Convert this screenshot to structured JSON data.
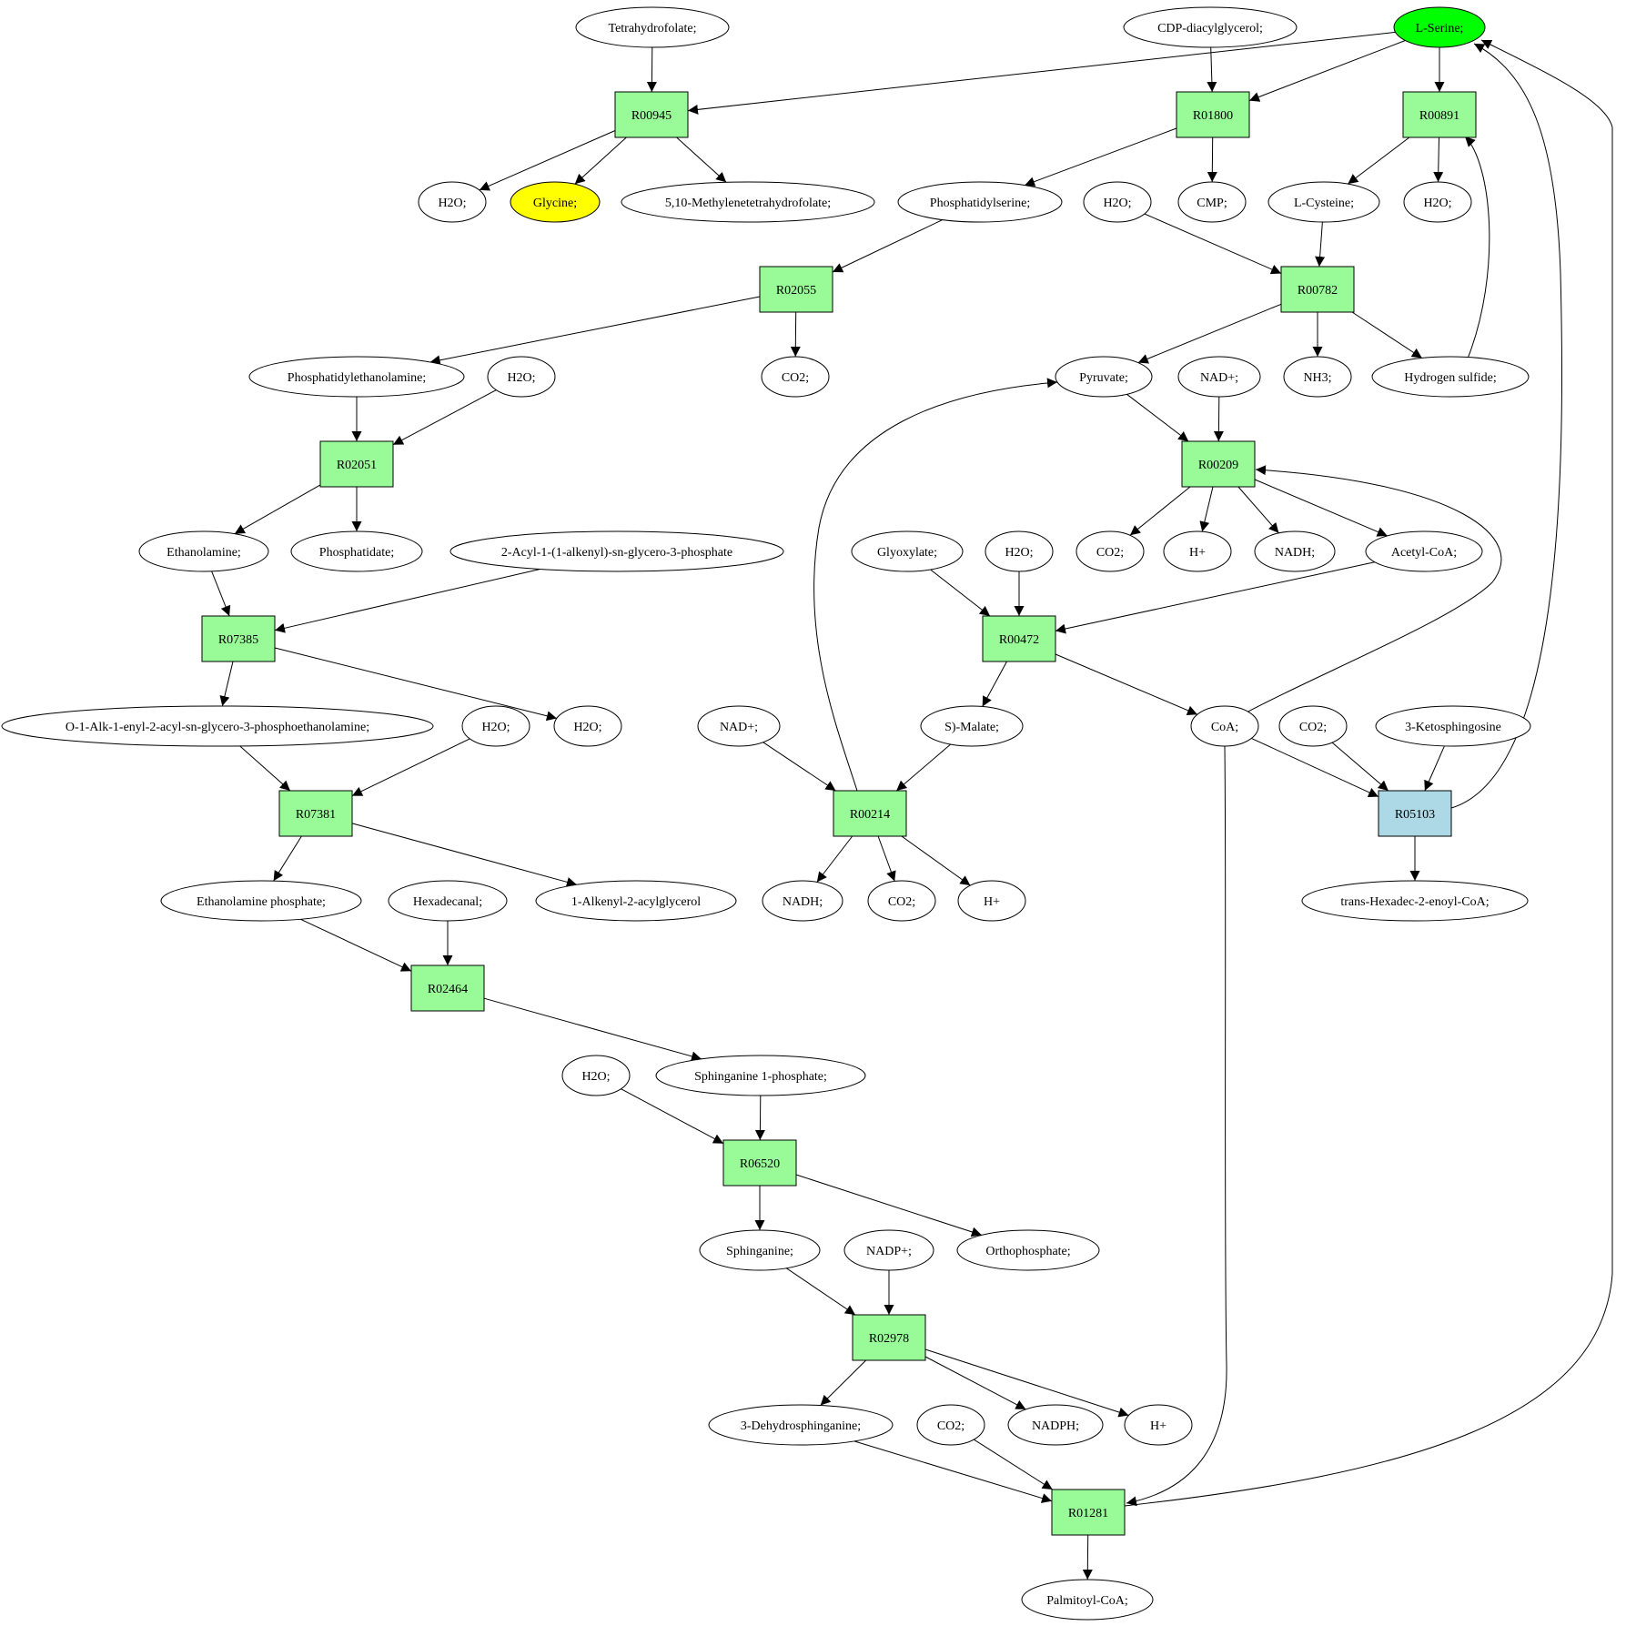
{
  "colors": {
    "reaction_fill": "#98fb98",
    "highlight_reaction_fill": "#add8e6",
    "compound_fill": "#ffffff",
    "start_fill": "#00ff00",
    "target_fill": "#ffff00",
    "stroke": "#000000"
  },
  "nodes": {
    "thf": {
      "label": "Tetrahydrofolate;",
      "kind": "compound"
    },
    "cdpdag": {
      "label": "CDP-diacylglycerol;",
      "kind": "compound"
    },
    "lserine": {
      "label": "L-Serine;",
      "kind": "start"
    },
    "r00945": {
      "label": "R00945",
      "kind": "reaction"
    },
    "r01800": {
      "label": "R01800",
      "kind": "reaction"
    },
    "r00891": {
      "label": "R00891",
      "kind": "reaction"
    },
    "h2o_a": {
      "label": "H2O;",
      "kind": "compound"
    },
    "glycine": {
      "label": "Glycine;",
      "kind": "target"
    },
    "methylenethf": {
      "label": "5,10-Methylenetetrahydrofolate;",
      "kind": "compound"
    },
    "ps": {
      "label": "Phosphatidylserine;",
      "kind": "compound"
    },
    "h2o_b": {
      "label": "H2O;",
      "kind": "compound"
    },
    "cmp": {
      "label": "CMP;",
      "kind": "compound"
    },
    "lcys": {
      "label": "L-Cysteine;",
      "kind": "compound"
    },
    "h2o_c": {
      "label": "H2O;",
      "kind": "compound"
    },
    "r02055": {
      "label": "R02055",
      "kind": "reaction"
    },
    "r00782": {
      "label": "R00782",
      "kind": "reaction"
    },
    "pe": {
      "label": "Phosphatidylethanolamine;",
      "kind": "compound"
    },
    "h2o_d": {
      "label": "H2O;",
      "kind": "compound"
    },
    "co2_a": {
      "label": "CO2;",
      "kind": "compound"
    },
    "pyruvate": {
      "label": "Pyruvate;",
      "kind": "compound"
    },
    "nadp_a": {
      "label": "NAD+;",
      "kind": "compound"
    },
    "nh3": {
      "label": "NH3;",
      "kind": "compound"
    },
    "h2s": {
      "label": "Hydrogen sulfide;",
      "kind": "compound"
    },
    "r02051": {
      "label": "R02051",
      "kind": "reaction"
    },
    "r00209": {
      "label": "R00209",
      "kind": "reaction"
    },
    "ethanolamine": {
      "label": "Ethanolamine;",
      "kind": "compound"
    },
    "phosphatidate": {
      "label": "Phosphatidate;",
      "kind": "compound"
    },
    "acylalkenyl": {
      "label": "2-Acyl-1-(1-alkenyl)-sn-glycero-3-phosphate",
      "kind": "compound"
    },
    "glyoxylate": {
      "label": "Glyoxylate;",
      "kind": "compound"
    },
    "h2o_e": {
      "label": "H2O;",
      "kind": "compound"
    },
    "co2_b": {
      "label": "CO2;",
      "kind": "compound"
    },
    "hplus_a": {
      "label": "H+",
      "kind": "compound"
    },
    "nadh_a": {
      "label": "NADH;",
      "kind": "compound"
    },
    "acetylcoa": {
      "label": "Acetyl-CoA;",
      "kind": "compound"
    },
    "r07385": {
      "label": "R07385",
      "kind": "reaction"
    },
    "r00472": {
      "label": "R00472",
      "kind": "reaction"
    },
    "alkenylpe": {
      "label": "O-1-Alk-1-enyl-2-acyl-sn-glycero-3-phosphoethanolamine;",
      "kind": "compound"
    },
    "h2o_f": {
      "label": "H2O;",
      "kind": "compound"
    },
    "h2o_g": {
      "label": "H2O;",
      "kind": "compound"
    },
    "nadp_b": {
      "label": "NAD+;",
      "kind": "compound"
    },
    "smalate": {
      "label": "S)-Malate;",
      "kind": "compound"
    },
    "coa": {
      "label": "CoA;",
      "kind": "compound"
    },
    "co2_c": {
      "label": "CO2;",
      "kind": "compound"
    },
    "ketosphingosine": {
      "label": "3-Ketosphingosine",
      "kind": "compound"
    },
    "r07381": {
      "label": "R07381",
      "kind": "reaction"
    },
    "r00214": {
      "label": "R00214",
      "kind": "reaction"
    },
    "r05103": {
      "label": "R05103",
      "kind": "highlight"
    },
    "etnp": {
      "label": "Ethanolamine phosphate;",
      "kind": "compound"
    },
    "hexadecanal": {
      "label": "Hexadecanal;",
      "kind": "compound"
    },
    "alkenylacylglycerol": {
      "label": "1-Alkenyl-2-acylglycerol",
      "kind": "compound"
    },
    "nadh_b": {
      "label": "NADH;",
      "kind": "compound"
    },
    "co2_d": {
      "label": "CO2;",
      "kind": "compound"
    },
    "hplus_b": {
      "label": "H+",
      "kind": "compound"
    },
    "hexadecenoylcoa": {
      "label": "trans-Hexadec-2-enoyl-CoA;",
      "kind": "compound"
    },
    "r02464": {
      "label": "R02464",
      "kind": "reaction"
    },
    "h2o_h": {
      "label": "H2O;",
      "kind": "compound"
    },
    "s1p": {
      "label": "Sphinganine 1-phosphate;",
      "kind": "compound"
    },
    "r06520": {
      "label": "R06520",
      "kind": "reaction"
    },
    "sphinganine": {
      "label": "Sphinganine;",
      "kind": "compound"
    },
    "nadpplus": {
      "label": "NADP+;",
      "kind": "compound"
    },
    "orthophosphate": {
      "label": "Orthophosphate;",
      "kind": "compound"
    },
    "r02978": {
      "label": "R02978",
      "kind": "reaction"
    },
    "dehydrosphinganine": {
      "label": "3-Dehydrosphinganine;",
      "kind": "compound"
    },
    "co2_e": {
      "label": "CO2;",
      "kind": "compound"
    },
    "nadph": {
      "label": "NADPH;",
      "kind": "compound"
    },
    "hplus_c": {
      "label": "H+",
      "kind": "compound"
    },
    "r01281": {
      "label": "R01281",
      "kind": "reaction"
    },
    "palmitoylcoa": {
      "label": "Palmitoyl-CoA;",
      "kind": "compound"
    }
  },
  "edges": [
    [
      "thf",
      "r00945"
    ],
    [
      "lserine",
      "r00945"
    ],
    [
      "lserine",
      "r01800"
    ],
    [
      "lserine",
      "r00891"
    ],
    [
      "cdpdag",
      "r01800"
    ],
    [
      "r00945",
      "h2o_a"
    ],
    [
      "r00945",
      "glycine"
    ],
    [
      "r00945",
      "methylenethf"
    ],
    [
      "r01800",
      "ps"
    ],
    [
      "r01800",
      "cmp"
    ],
    [
      "r00891",
      "lcys"
    ],
    [
      "r00891",
      "h2o_c"
    ],
    [
      "ps",
      "r02055"
    ],
    [
      "h2o_b",
      "r00782"
    ],
    [
      "lcys",
      "r00782"
    ],
    [
      "r02055",
      "pe"
    ],
    [
      "r02055",
      "co2_a"
    ],
    [
      "r00782",
      "pyruvate"
    ],
    [
      "r00782",
      "nh3"
    ],
    [
      "r00782",
      "h2s"
    ],
    [
      "h2s",
      "r00891"
    ],
    [
      "pe",
      "r02051"
    ],
    [
      "h2o_d",
      "r02051"
    ],
    [
      "pyruvate",
      "r00209"
    ],
    [
      "nadp_a",
      "r00209"
    ],
    [
      "r02051",
      "ethanolamine"
    ],
    [
      "r02051",
      "phosphatidate"
    ],
    [
      "r00209",
      "co2_b"
    ],
    [
      "r00209",
      "hplus_a"
    ],
    [
      "r00209",
      "nadh_a"
    ],
    [
      "r00209",
      "acetylcoa"
    ],
    [
      "ethanolamine",
      "r07385"
    ],
    [
      "acylalkenyl",
      "r07385"
    ],
    [
      "glyoxylate",
      "r00472"
    ],
    [
      "h2o_e",
      "r00472"
    ],
    [
      "acetylcoa",
      "r00472"
    ],
    [
      "r07385",
      "alkenylpe"
    ],
    [
      "r07385",
      "h2o_g"
    ],
    [
      "r00472",
      "smalate"
    ],
    [
      "r00472",
      "coa"
    ],
    [
      "coa",
      "r00209"
    ],
    [
      "alkenylpe",
      "r07381"
    ],
    [
      "h2o_f",
      "r07381"
    ],
    [
      "nadp_b",
      "r00214"
    ],
    [
      "smalate",
      "r00214"
    ],
    [
      "r00214",
      "pyruvate"
    ],
    [
      "coa",
      "r05103"
    ],
    [
      "co2_c",
      "r05103"
    ],
    [
      "ketosphingosine",
      "r05103"
    ],
    [
      "r05103",
      "lserine"
    ],
    [
      "r07381",
      "etnp"
    ],
    [
      "r07381",
      "alkenylacylglycerol"
    ],
    [
      "r00214",
      "nadh_b"
    ],
    [
      "r00214",
      "co2_d"
    ],
    [
      "r00214",
      "hplus_b"
    ],
    [
      "r05103",
      "hexadecenoylcoa"
    ],
    [
      "etnp",
      "r02464"
    ],
    [
      "hexadecanal",
      "r02464"
    ],
    [
      "r02464",
      "s1p"
    ],
    [
      "h2o_h",
      "r06520"
    ],
    [
      "s1p",
      "r06520"
    ],
    [
      "r06520",
      "sphinganine"
    ],
    [
      "r06520",
      "orthophosphate"
    ],
    [
      "sphinganine",
      "r02978"
    ],
    [
      "nadpplus",
      "r02978"
    ],
    [
      "r02978",
      "dehydrosphinganine"
    ],
    [
      "r02978",
      "nadph"
    ],
    [
      "r02978",
      "hplus_c"
    ],
    [
      "dehydrosphinganine",
      "r01281"
    ],
    [
      "co2_e",
      "r01281"
    ],
    [
      "coa",
      "r01281"
    ],
    [
      "r01281",
      "palmitoylcoa"
    ],
    [
      "r01281",
      "lserine"
    ]
  ]
}
